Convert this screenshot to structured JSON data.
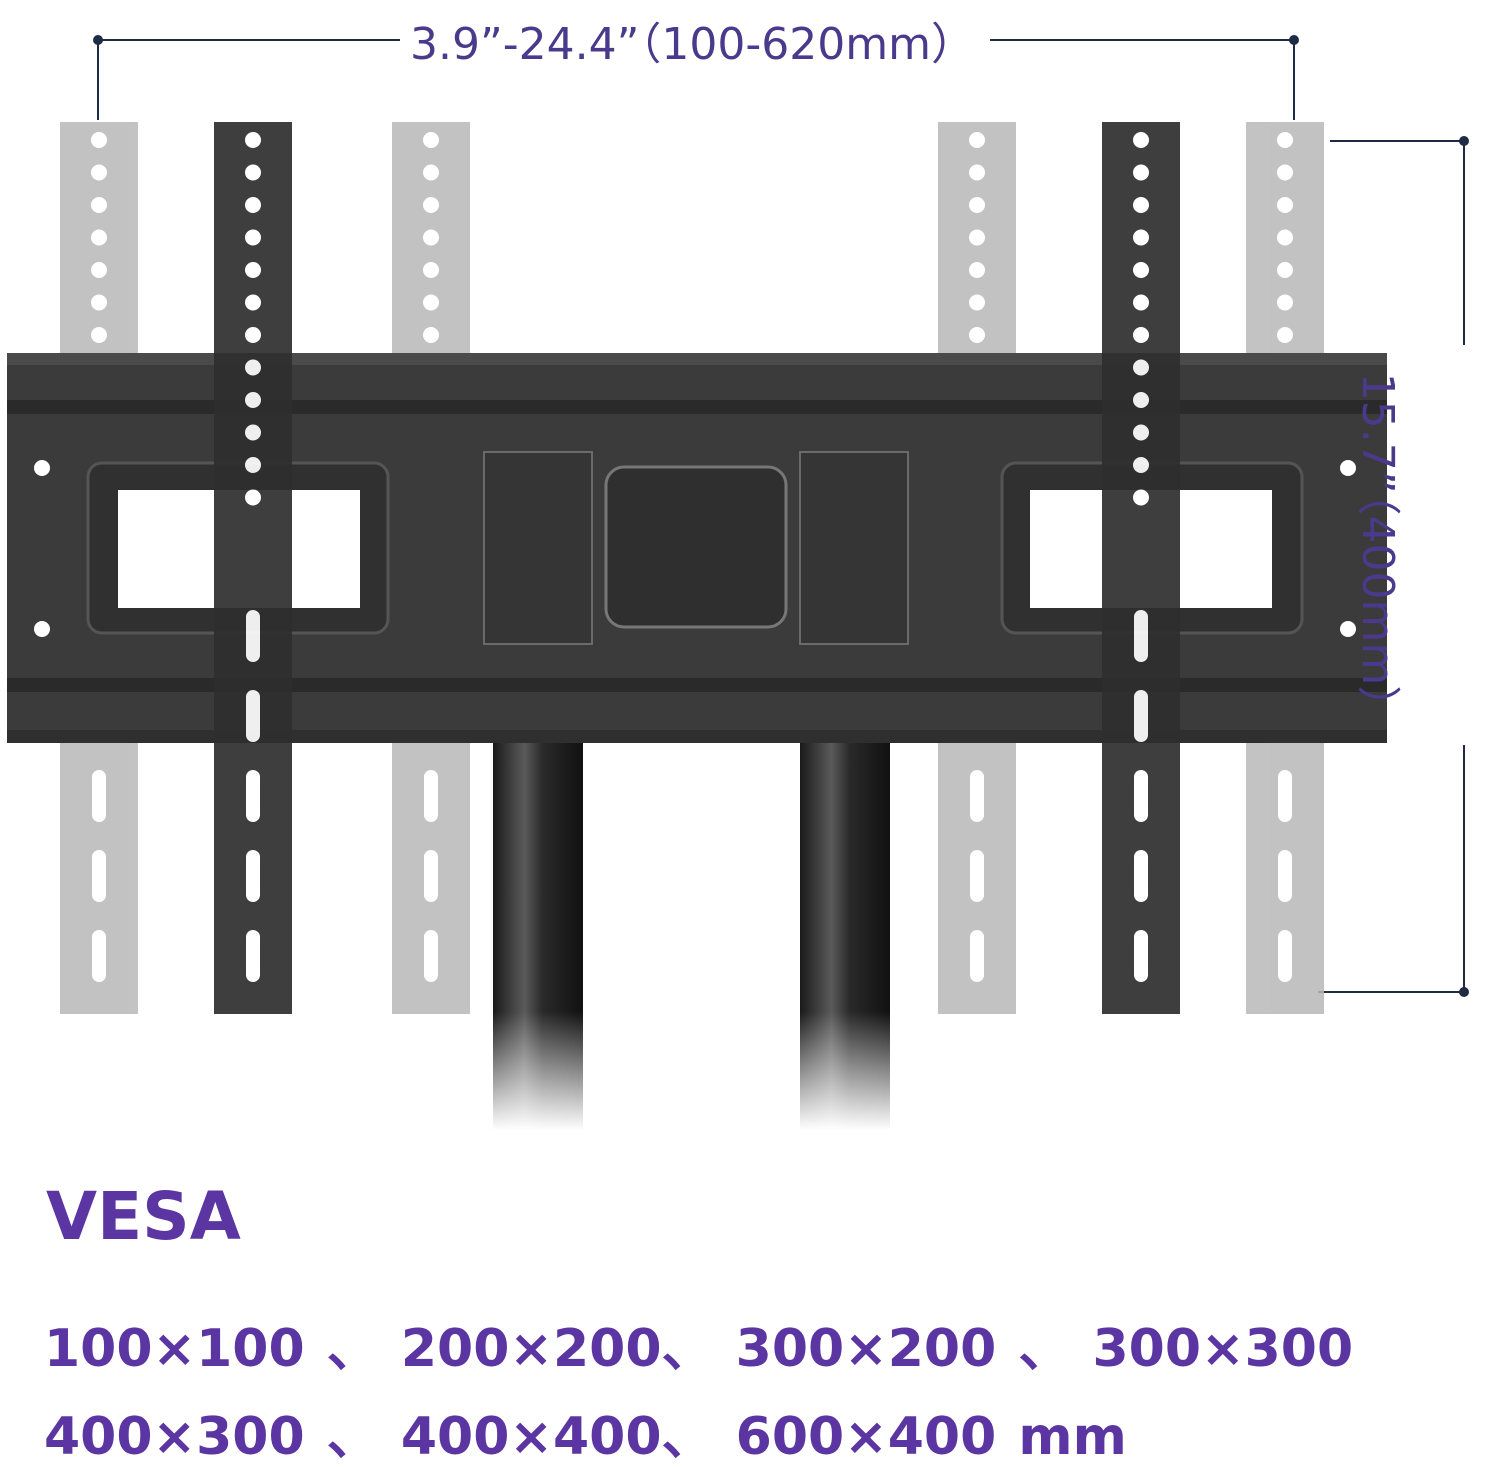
{
  "dimensions": {
    "width_label": "3.9”-24.4”（100-620mm）",
    "height_label": "15.7”（400mm）"
  },
  "vesa": {
    "title": "VESA",
    "sizes_line1": "100×100 、 200×200、 300×200 、 300×300",
    "sizes_line2": "400×300 、 400×400、 600×400 mm"
  },
  "colors": {
    "accent": "#5b36a3",
    "dimension_text": "#4a3a8c",
    "dimension_line": "#1f2a44",
    "plate": "#3a3a3a",
    "bracket_dark": "#2e2e2e",
    "bracket_light": "#b8b8b8"
  }
}
